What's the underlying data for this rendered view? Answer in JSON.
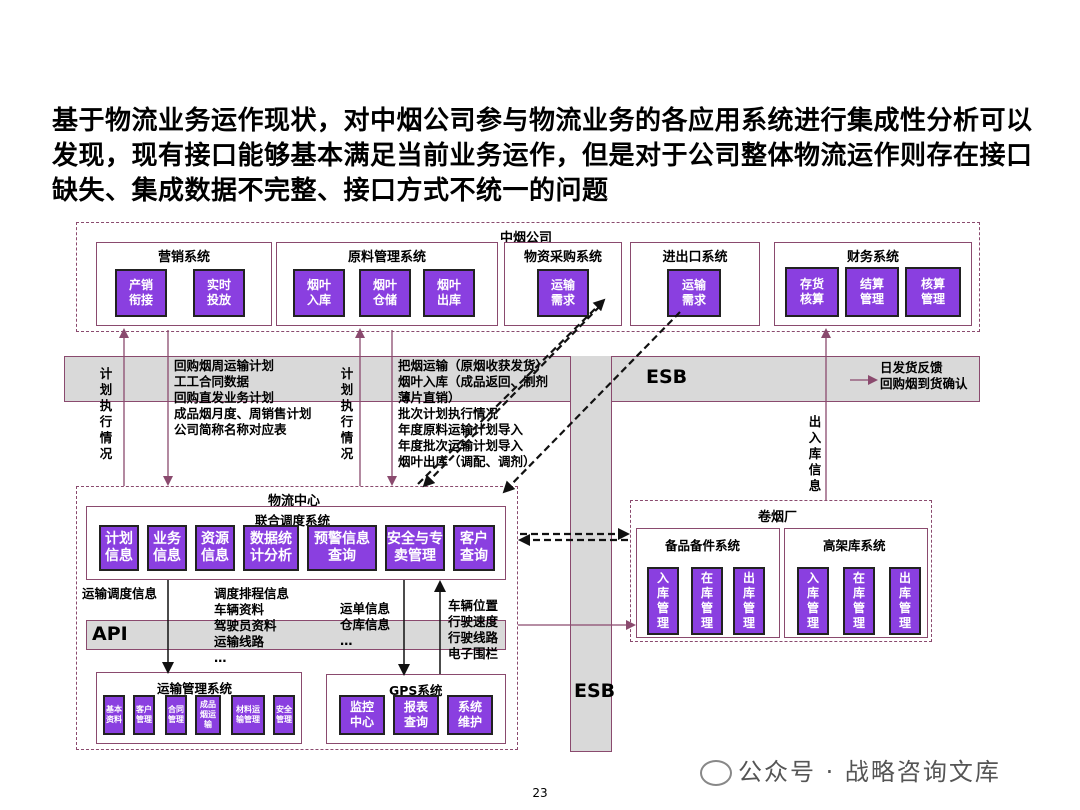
{
  "title": "基于物流业务运作现状，对中烟公司参与物流业务的各应用系统进行集成性分析可以发现，现有接口能够基本满足当前业务运作，但是对于公司整体物流运作则存在接口缺失、集成数据不完整、接口方式不统一的问题",
  "zhongyan": {
    "label": "中烟公司",
    "systems": {
      "marketing": {
        "title": "营销系统",
        "items": [
          "产销\n衔接",
          "实时\n投放"
        ]
      },
      "material": {
        "title": "原料管理系统",
        "items": [
          "烟叶\n入库",
          "烟叶\n仓储",
          "烟叶\n出库"
        ]
      },
      "purchase": {
        "title": "物资采购系统",
        "items": [
          "运输\n需求"
        ]
      },
      "importexport": {
        "title": "进出口系统",
        "items": [
          "运输\n需求"
        ]
      },
      "finance": {
        "title": "财务系统",
        "items": [
          "存货\n核算",
          "结算\n管理",
          "核算\n管理"
        ]
      }
    }
  },
  "esb": {
    "label": "ESB",
    "vertical_label": "ESB"
  },
  "api": {
    "label": "API"
  },
  "labels": {
    "plan_exec_left": "计划执行情况",
    "plan_exec_mid": "计划执行情况",
    "marketing_flows": "回购烟周运输计划\n工工合同数据\n回购直发业务计划\n成品烟月度、周销售计划\n公司简称名称对应表",
    "material_flows": "把烟运输（原烟收获发货）\n烟叶入库（成品返回、制剂\n薄片直销）\n批次计划执行情况\n年度原料运输计划导入\n年度批次运输计划导入\n烟叶出库（调配、调剂）",
    "finance_flows": "日发货反馈\n回购烟到货确认",
    "inout_info": "出入库信息",
    "transport_dispatch": "运输调度信息",
    "dispatch_info": "调度排程信息\n车辆资料\n驾驶员资料\n运输线路\n…",
    "waybill_info": "运单信息\n仓库信息\n…",
    "vehicle_info": "车辆位置\n行驶速度\n行驶线路\n电子围栏"
  },
  "logistics": {
    "label": "物流中心",
    "dispatch": {
      "title": "联合调度系统",
      "items": [
        "计划\n信息",
        "业务\n信息",
        "资源\n信息",
        "数据统\n计分析",
        "预警信息\n查询",
        "安全与专\n卖管理",
        "客户\n查询"
      ]
    },
    "transport": {
      "title": "运输管理系统",
      "items": [
        "基本\n资料",
        "客户\n管理",
        "合同\n管理",
        "成品\n烟运\n输",
        "材料运\n输管理",
        "安全\n管理"
      ]
    },
    "gps": {
      "title": "GPS系统",
      "items": [
        "监控\n中心",
        "报表\n查询",
        "系统\n维护"
      ]
    }
  },
  "factory": {
    "label": "卷烟厂",
    "spare": {
      "title": "备品备件系统",
      "items": [
        "入\n库\n管\n理",
        "在\n库\n管\n理",
        "出\n库\n管\n理"
      ]
    },
    "highbay": {
      "title": "高架库系统",
      "items": [
        "入\n库\n管\n理",
        "在\n库\n管\n理",
        "出\n库\n管\n理"
      ]
    }
  },
  "page_number": "23",
  "watermark": "公众号 · 战略咨询文库"
}
